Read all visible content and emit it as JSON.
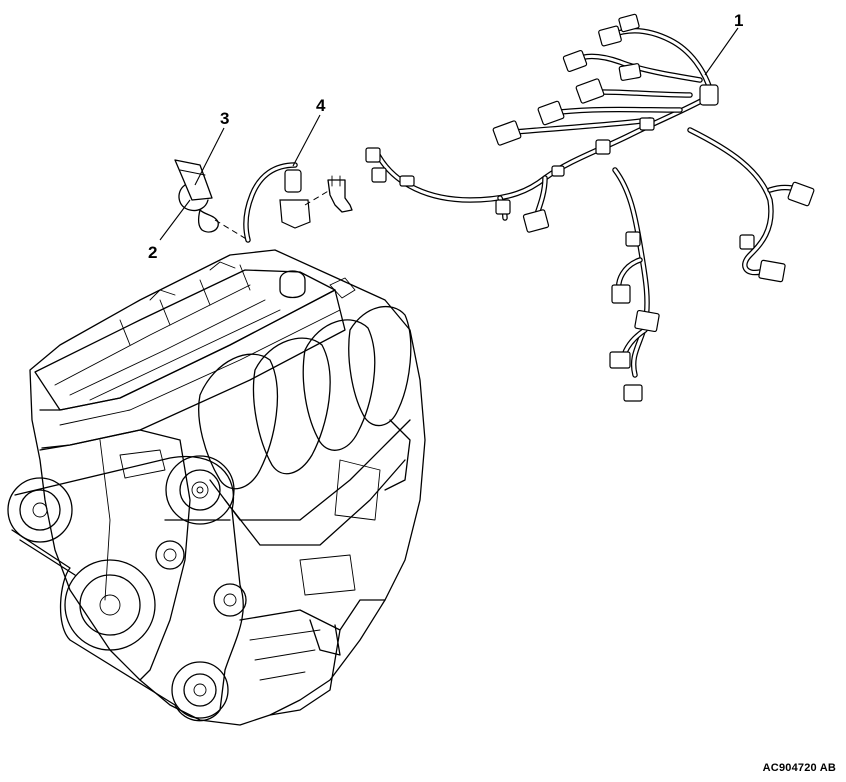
{
  "figure": {
    "callouts": [
      {
        "id": "callout-1",
        "label": "1"
      },
      {
        "id": "callout-2",
        "label": "2"
      },
      {
        "id": "callout-3",
        "label": "3"
      },
      {
        "id": "callout-4",
        "label": "4"
      }
    ],
    "reference_code": "AC904720 AB"
  }
}
